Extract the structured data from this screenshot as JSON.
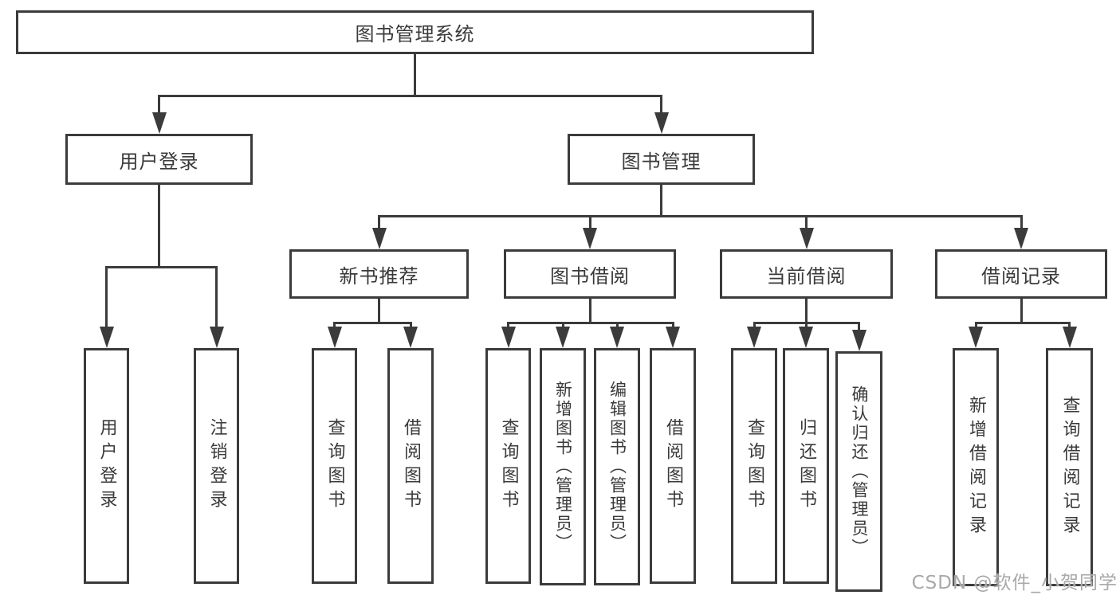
{
  "diagram": {
    "root": {
      "label": "图书管理系统"
    },
    "level2": [
      {
        "label": "用户登录"
      },
      {
        "label": "图书管理"
      }
    ],
    "level3": [
      {
        "label": "新书推荐"
      },
      {
        "label": "图书借阅"
      },
      {
        "label": "当前借阅"
      },
      {
        "label": "借阅记录"
      }
    ],
    "leaves": {
      "user_login": [
        "用户登录",
        "注销登录"
      ],
      "new_book_recommend": [
        "查询图书",
        "借阅图书"
      ],
      "book_borrow": [
        "查询图书",
        "新增图书（管理员）",
        "编辑图书（管理员）",
        "借阅图书"
      ],
      "current_borrow": [
        "查询图书",
        "归还图书",
        "确认归还（管理员）"
      ],
      "borrow_records": [
        "新增借阅记录",
        "查询借阅记录"
      ]
    }
  },
  "watermark": {
    "text": "CSDN @软件_小贺同学"
  },
  "colors": {
    "line": "#3b3b3b",
    "text": "#3a3a3a",
    "background": "#ffffff",
    "watermark": "#a9a9a9"
  }
}
